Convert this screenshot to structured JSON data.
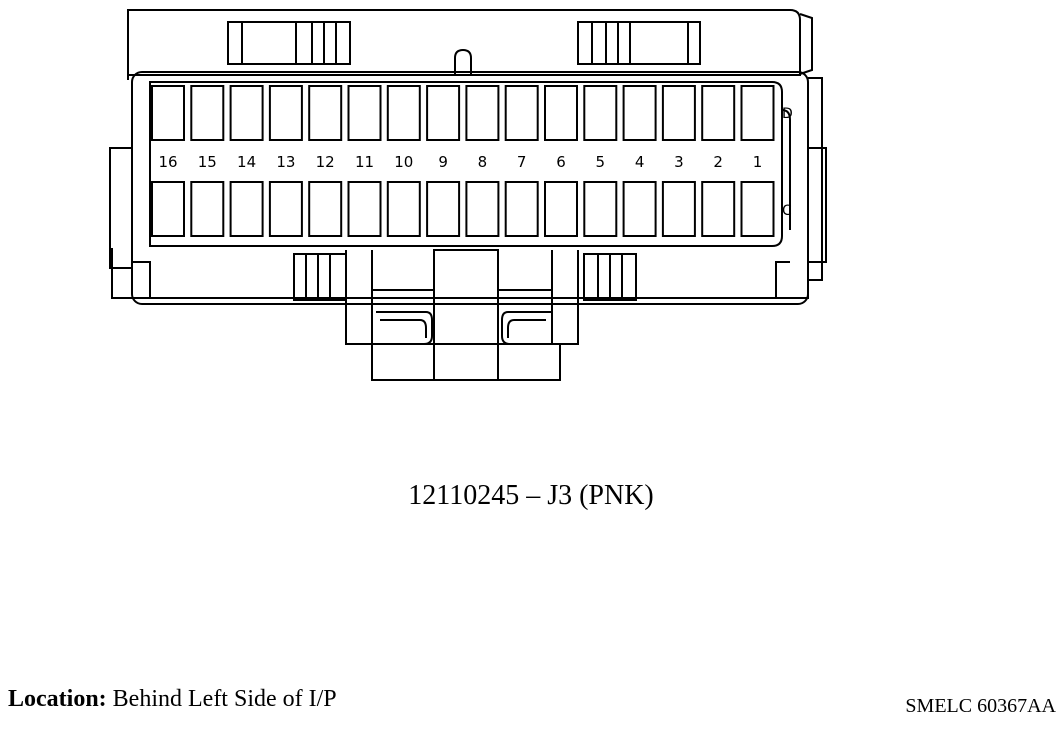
{
  "diagram": {
    "pin_numbers": [
      "16",
      "15",
      "14",
      "13",
      "12",
      "11",
      "10",
      "9",
      "8",
      "7",
      "6",
      "5",
      "4",
      "3",
      "2",
      "1"
    ],
    "row_labels": {
      "top": "D",
      "bottom": "C"
    }
  },
  "caption": "12110245 – J3 (PNK)",
  "location": {
    "label": "Location:",
    "value": "Behind Left Side of I/P"
  },
  "code": "SMELC 60367AA"
}
